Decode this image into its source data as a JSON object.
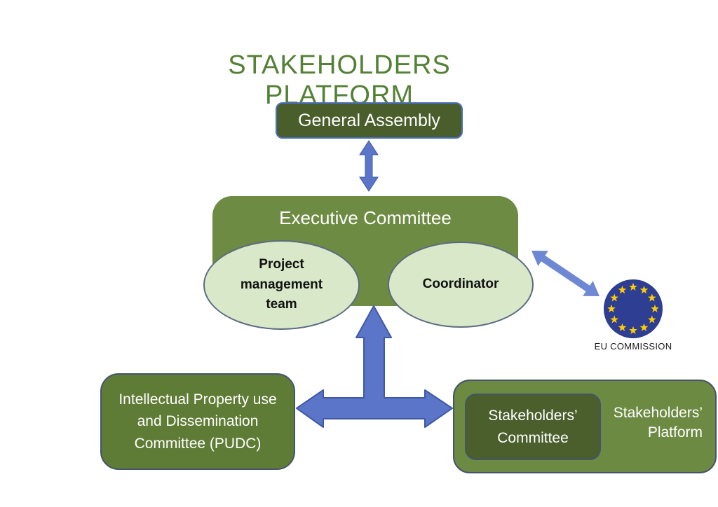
{
  "title": "STAKEHOLDERS PLATFORM",
  "nodes": {
    "general_assembly": {
      "label": "General Assembly"
    },
    "executive_committee": {
      "label": "Executive Committee"
    },
    "project_management_team": {
      "lines": [
        "Project",
        "management",
        "team"
      ]
    },
    "coordinator": {
      "label": "Coordinator"
    },
    "eu_commission": {
      "label": "EU COMMISSION",
      "star_count": 12
    },
    "pudc": {
      "lines": [
        "Intellectual Property use",
        "and Dissemination",
        "Committee (PUDC)"
      ]
    },
    "stakeholders_committee": {
      "lines": [
        "Stakeholders’",
        "Committee"
      ]
    },
    "stakeholders_platform": {
      "lines": [
        "Stakeholders’",
        "Platform"
      ]
    }
  },
  "connections": [
    {
      "from": "General Assembly",
      "to": "Executive Committee",
      "style": "double-headed-arrow"
    },
    {
      "from": "Executive Committee",
      "to": "Intellectual Property use and Dissemination Committee (PUDC)",
      "style": "three-way-arrow"
    },
    {
      "from": "Executive Committee",
      "to": "Stakeholders’ Platform",
      "style": "three-way-arrow"
    },
    {
      "from": "Coordinator",
      "to": "EU COMMISSION",
      "style": "double-headed-arrow"
    }
  ],
  "colors": {
    "title_green": "#538135",
    "dark_green": "#4a5e2b",
    "olive_green": "#6d8b42",
    "medium_green": "#5f7c36",
    "light_green": "#d8e8c8",
    "arrow_blue": "#5b76c8",
    "arrow_blue_light": "#6e88d3",
    "eu_blue": "#2e3e92",
    "star_yellow": "#ffcc00",
    "border_slate": "#44546a",
    "border_blue": "#4a6fc0"
  }
}
